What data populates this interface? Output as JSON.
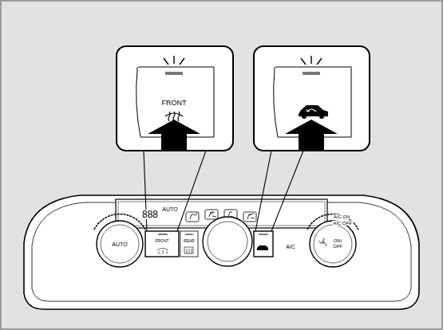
{
  "diagram": {
    "labels": [
      "FRONT",
      "888",
      "AUTO",
      "A/C ON",
      "A/C OFF",
      "AUTO",
      "FRONT",
      "REAR",
      "A/C",
      "ON/ OFF"
    ]
  }
}
